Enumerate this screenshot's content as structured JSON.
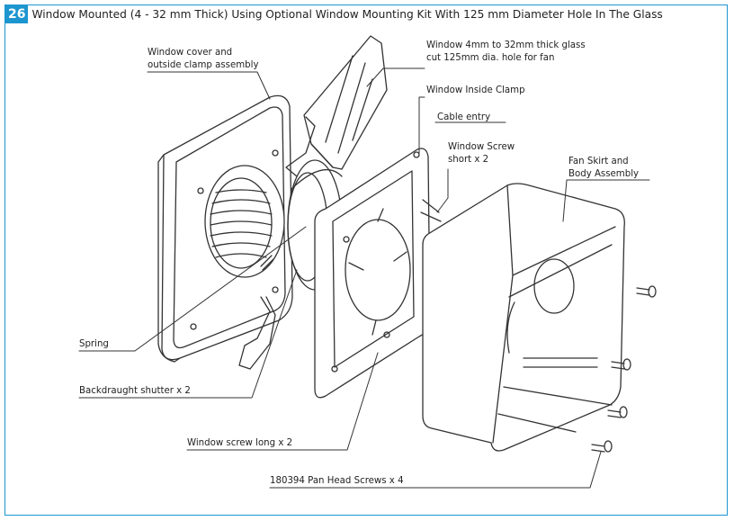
{
  "header": {
    "step_number": "26",
    "title": "Window Mounted (4 - 32 mm Thick) Using Optional Window Mounting Kit With 125 mm Diameter Hole In The Glass"
  },
  "labels": {
    "window_cover_line1": "Window cover and",
    "window_cover_line2": "outside  clamp assembly",
    "glass_line1": "Window 4mm to 32mm thick glass",
    "glass_line2": "cut 125mm dia. hole for fan",
    "inside_clamp": "Window Inside Clamp",
    "cable_entry": "Cable entry",
    "window_screw_short_line1": "Window Screw",
    "window_screw_short_line2": "short x 2",
    "fan_skirt_line1": "Fan Skirt and",
    "fan_skirt_line2": "Body Assembly",
    "spring": "Spring",
    "backdraught_shutter": "Backdraught shutter x 2",
    "window_screw_long": "Window screw long x 2",
    "pan_head_screws": "180394 Pan Head Screws x 4"
  },
  "colors": {
    "accent": "#1d96d0",
    "line": "#333333"
  }
}
